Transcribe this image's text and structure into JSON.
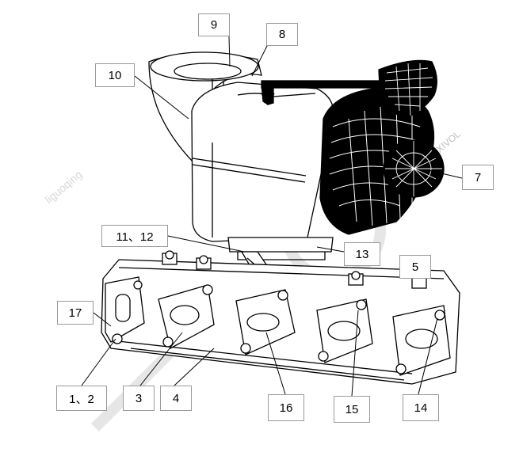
{
  "diagram": {
    "callouts": {
      "c9": "9",
      "c8": "8",
      "c10": "10",
      "c7": "7",
      "c11_12": "11、12",
      "c13": "13",
      "c5": "5",
      "c17": "17",
      "c1_2": "1、2",
      "c3": "3",
      "c4": "4",
      "c16": "16",
      "c15": "15",
      "c14": "14"
    },
    "watermarks": {
      "left": "liguoqing",
      "right": "XIVOL"
    },
    "colors": {
      "line": "#000000",
      "leader": "#000000",
      "box_border": "#9a9a9a",
      "watermark": "#dcdcdc"
    }
  }
}
